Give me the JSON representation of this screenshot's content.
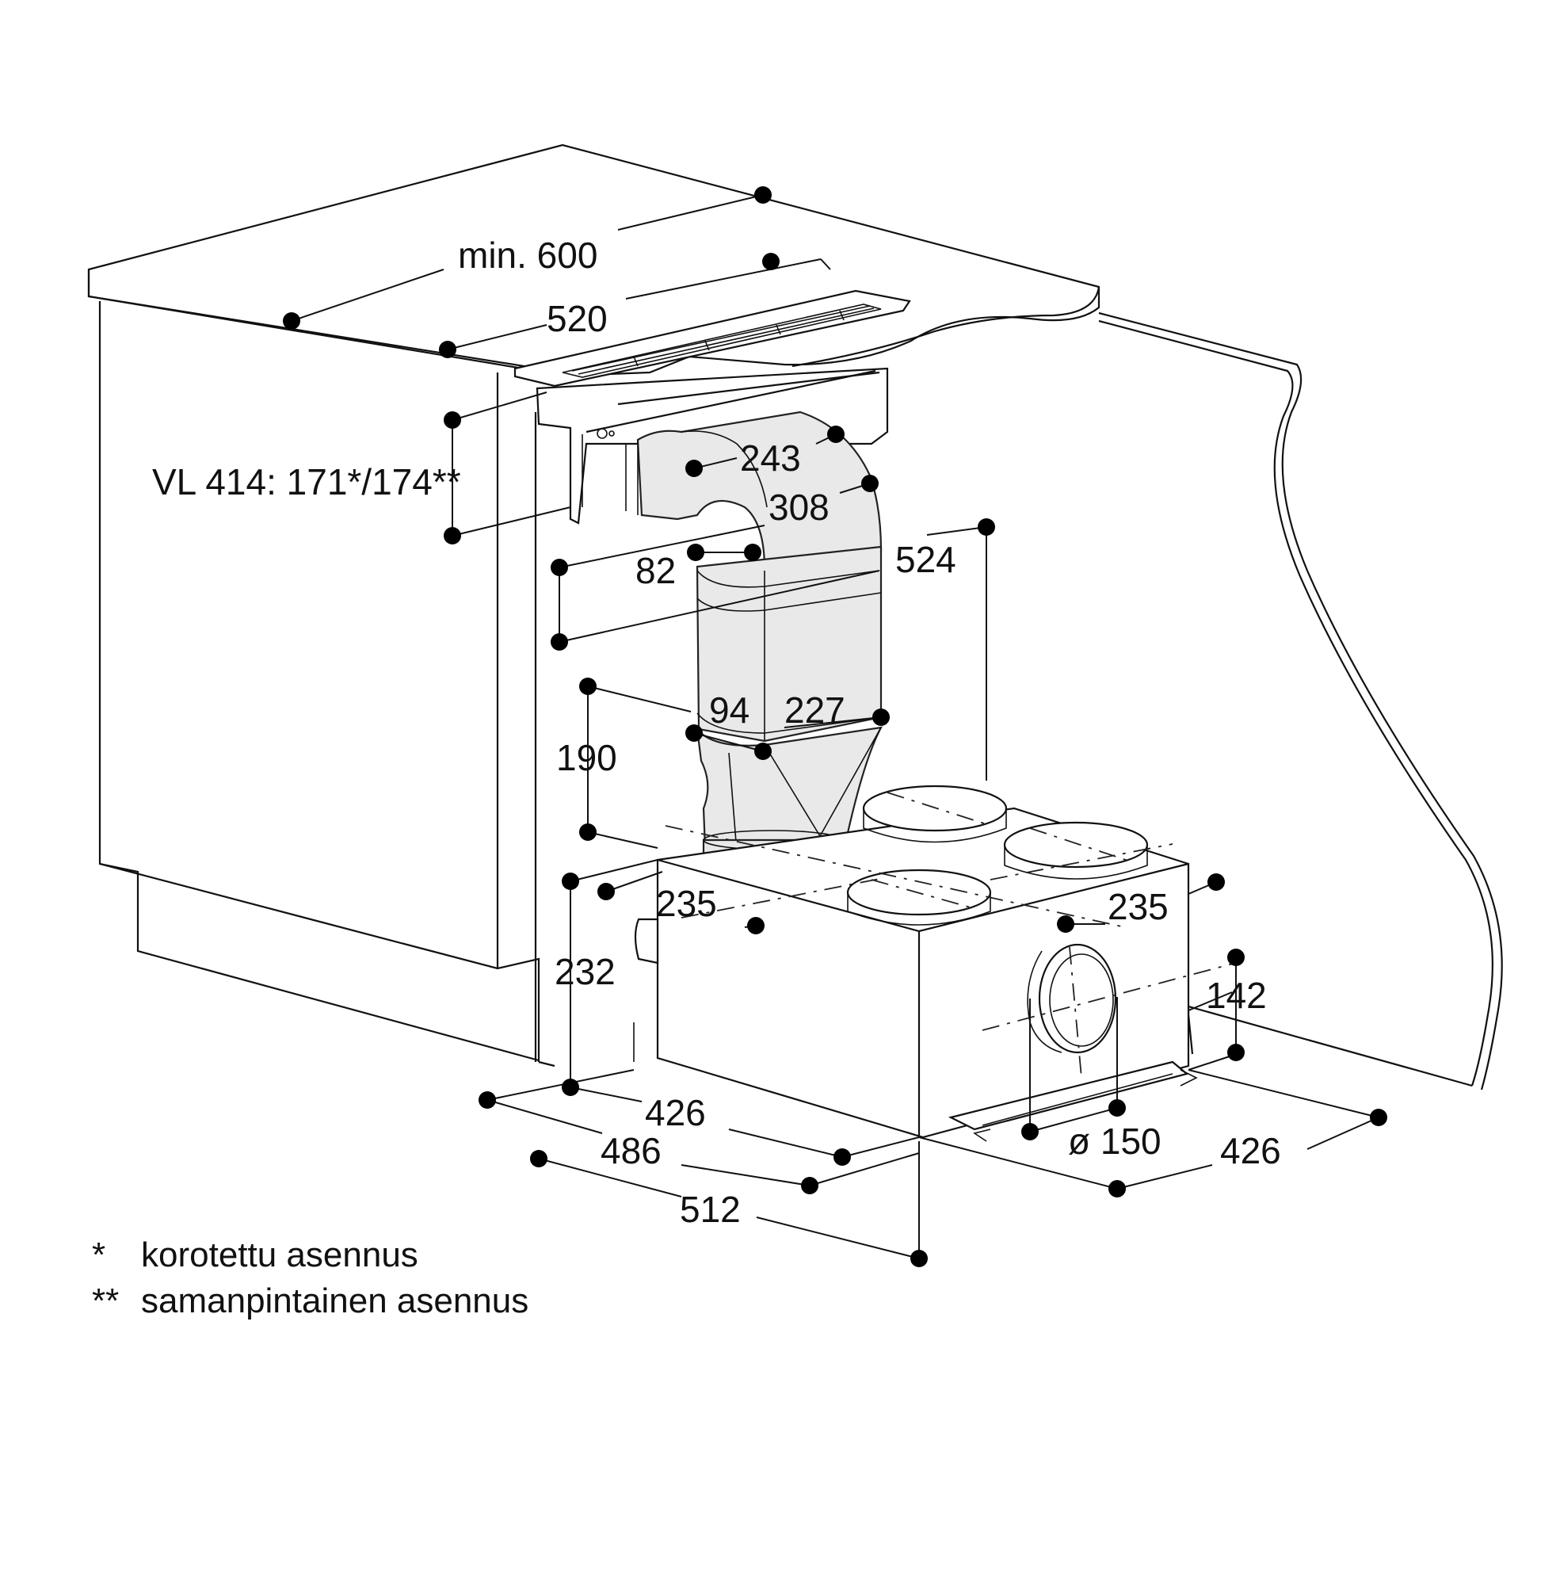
{
  "dimensions": {
    "min_600": "min. 600",
    "d520": "520",
    "vl414": "VL 414: 171*/174**",
    "d243": "243",
    "d308": "308",
    "d82": "82",
    "d524": "524",
    "d94": "94",
    "d227": "227",
    "d190": "190",
    "d235_left": "235",
    "d235_right": "235",
    "d232": "232",
    "d142": "142",
    "d426_left": "426",
    "d486": "486",
    "d512": "512",
    "d150": "ø 150",
    "d426_right": "426"
  },
  "footnotes": {
    "single_marker": "*",
    "single_text": "korotettu asennus",
    "double_marker": "**",
    "double_text": "samanpintainen asennus"
  }
}
